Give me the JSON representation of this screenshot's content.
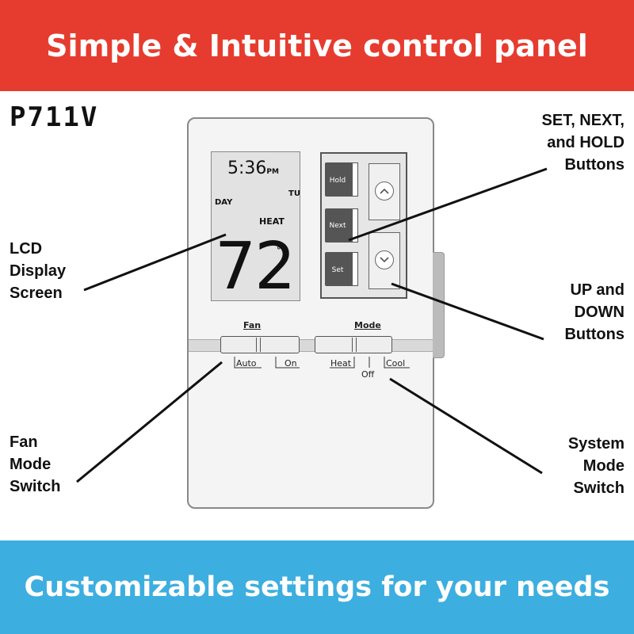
{
  "banners": {
    "top": {
      "text": "Simple & Intuitive control panel",
      "color": "#e63c2f"
    },
    "bottom": {
      "text": "Customizable settings for your needs",
      "color": "#3daee0"
    }
  },
  "model": "P711V",
  "callouts": {
    "lcd": "LCD Display Screen",
    "set_next_hold": "SET, NEXT, and HOLD Buttons",
    "up_down": "UP and DOWN Buttons",
    "fan_mode": "Fan Mode Switch",
    "system_mode": "System Mode Switch"
  },
  "display": {
    "time": "5:36",
    "ampm": "PM",
    "day_label": "DAY",
    "weekday": "TU",
    "mode": "HEAT",
    "temperature": "72",
    "degree": "°"
  },
  "buttons": {
    "hold": "Hold",
    "next": "Next",
    "set": "Set",
    "up_icon": "chevron-up-icon",
    "down_icon": "chevron-down-icon"
  },
  "fan_switch": {
    "title": "Fan",
    "positions": [
      "Auto",
      "On"
    ]
  },
  "mode_switch": {
    "title": "Mode",
    "positions": [
      "Heat",
      "Off",
      "Cool"
    ]
  }
}
